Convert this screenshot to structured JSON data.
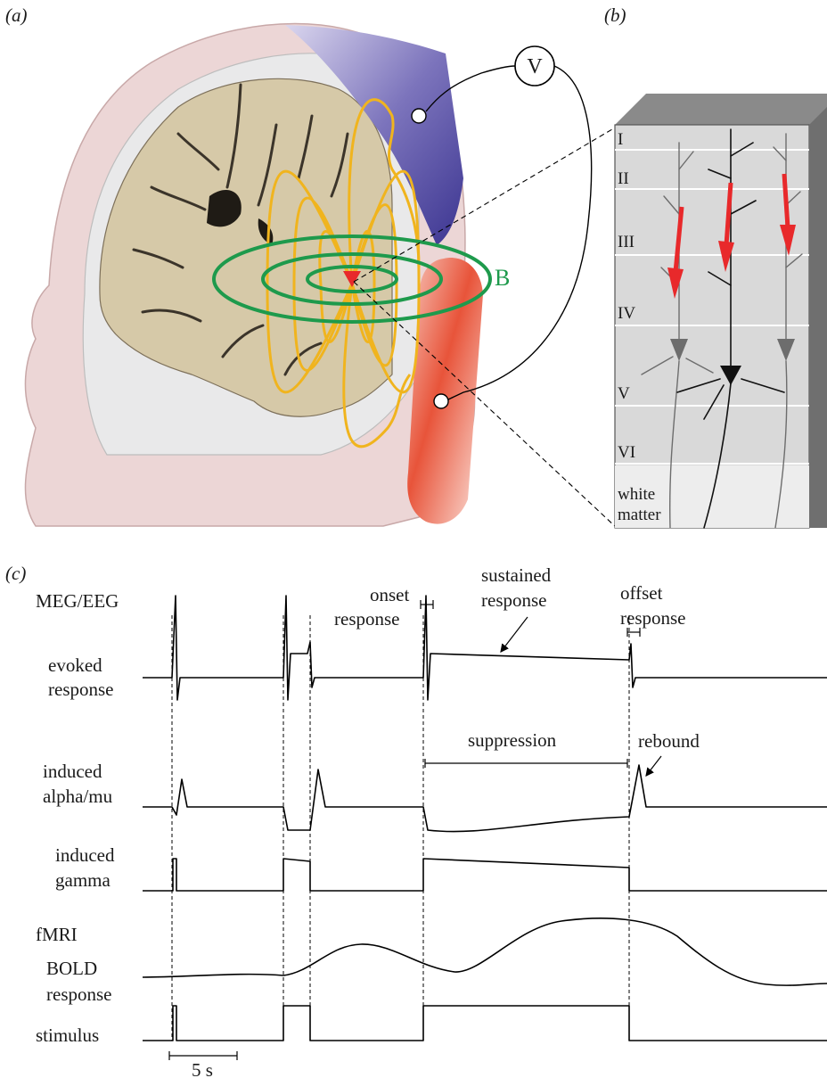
{
  "panels": {
    "a": "(a)",
    "b": "(b)",
    "c": "(c)"
  },
  "panel_a": {
    "voltmeter": "V",
    "field": "B"
  },
  "panel_b": {
    "layers": [
      "I",
      "II",
      "III",
      "IV",
      "V",
      "VI"
    ],
    "white_matter": [
      "white",
      "matter"
    ]
  },
  "panel_c": {
    "header": "MEG/EEG",
    "evoked": [
      "evoked",
      "response"
    ],
    "alpha": [
      "induced",
      "alpha/mu"
    ],
    "gamma": [
      "induced",
      "gamma"
    ],
    "fmri": "fMRI",
    "bold": [
      "BOLD",
      "response"
    ],
    "stimulus": "stimulus",
    "onset": [
      "onset",
      "response"
    ],
    "sustained": [
      "sustained",
      "response"
    ],
    "offset": [
      "offset",
      "response"
    ],
    "suppression": "suppression",
    "rebound": "rebound",
    "scale": "5 s"
  },
  "colors": {
    "field_lines": "#f0b41e",
    "magnetic_field": "#1e9a4c",
    "dipole": "#e8292b",
    "scalp": "#ecd6d6",
    "cortex_block": "#d9d9d9"
  }
}
